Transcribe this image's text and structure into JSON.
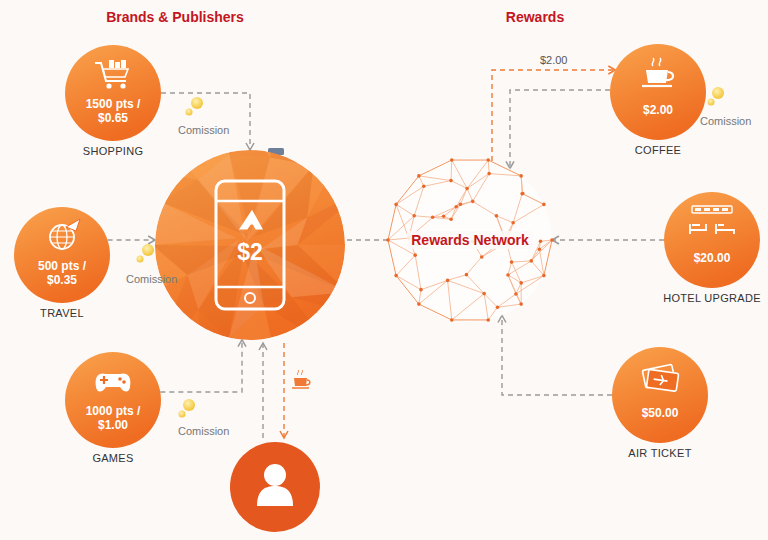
{
  "diagram": {
    "nodes": [
      {
        "text": [
          "1500 pts / $0.65",
          "SHOPPING"
        ]
      },
      {
        "text": [
          "500 pts / $0.35",
          "TRAVEL"
        ]
      },
      {
        "text": [
          "1000 pts / $1.00",
          "GAMES"
        ]
      },
      {
        "text": [
          "$2"
        ]
      },
      {
        "text": [
          "Rewards Network"
        ]
      },
      {
        "text": [
          "$2.00",
          "COFFEE"
        ]
      },
      {
        "text": [
          "$20.00",
          "HOTEL UPGRADE"
        ]
      },
      {
        "text": [
          "$50.00",
          "AIR TICKET"
        ]
      }
    ],
    "edges": [
      {
        "from": 0,
        "to": 3,
        "arrow": "to"
      },
      {
        "from": 1,
        "to": 3,
        "arrow": "to"
      },
      {
        "from": 2,
        "to": 3,
        "arrow": "to"
      },
      {
        "from": 4,
        "to": 3,
        "arrow": "none"
      },
      {
        "from": 4,
        "to": 5,
        "label": "$2.00",
        "arrow": "to"
      },
      {
        "from": 5,
        "to": 4,
        "arrow": "to"
      },
      {
        "from": 6,
        "to": 4,
        "arrow": "to"
      },
      {
        "from": 7,
        "to": 4,
        "arrow": "to"
      }
    ],
    "labels": [
      "Brands & Publishers",
      "Rewards",
      "Comission",
      "Comission",
      "Comission",
      "Comission"
    ]
  }
}
